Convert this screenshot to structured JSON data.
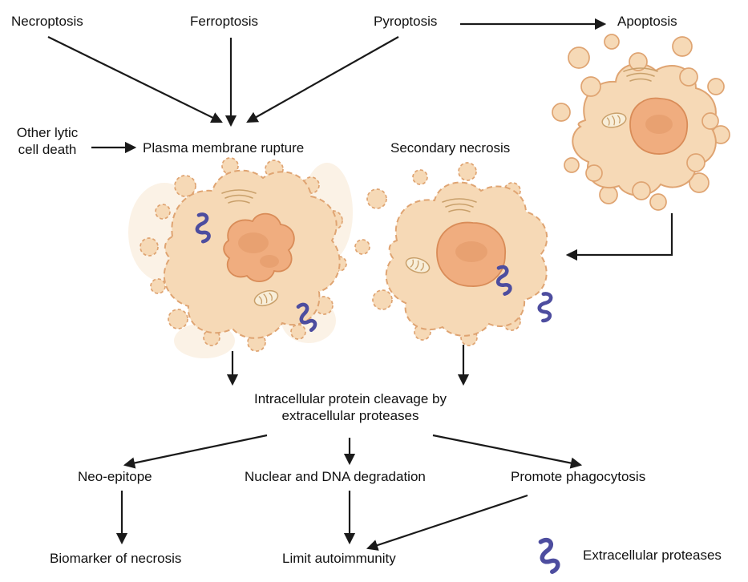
{
  "diagram": {
    "nodes": {
      "necroptosis": {
        "label": "Necroptosis"
      },
      "ferroptosis": {
        "label": "Ferroptosis"
      },
      "pyroptosis": {
        "label": "Pyroptosis"
      },
      "apoptosis": {
        "label": "Apoptosis"
      },
      "other_lytic": {
        "line1": "Other lytic",
        "line2": "cell death"
      },
      "plasma_membrane_rupture": {
        "label": "Plasma membrane rupture"
      },
      "secondary_necrosis": {
        "label": "Secondary necrosis"
      },
      "protein_cleavage": {
        "line1": "Intracellular protein cleavage by",
        "line2": "extracellular proteases"
      },
      "neo_epitope": {
        "label": "Neo-epitope"
      },
      "nuclear_dna_degradation": {
        "label": "Nuclear and DNA degradation"
      },
      "promote_phagocytosis": {
        "label": "Promote phagocytosis"
      },
      "biomarker_of_necrosis": {
        "label": "Biomarker of necrosis"
      },
      "limit_autoimmunity": {
        "label": "Limit autoimmunity"
      }
    },
    "legend": {
      "label": "Extracellular proteases"
    },
    "colors": {
      "background": "#ffffff",
      "arrow": "#1a1a1a",
      "text": "#111111",
      "cell_fill": "#f6d9b6",
      "cell_outline": "#dfa472",
      "nucleus_fill": "#f0ad7f",
      "nucleus_outline": "#d98c58",
      "organelle_stroke": "#c9a06b",
      "protease_blue": "#4d4d9f"
    }
  }
}
